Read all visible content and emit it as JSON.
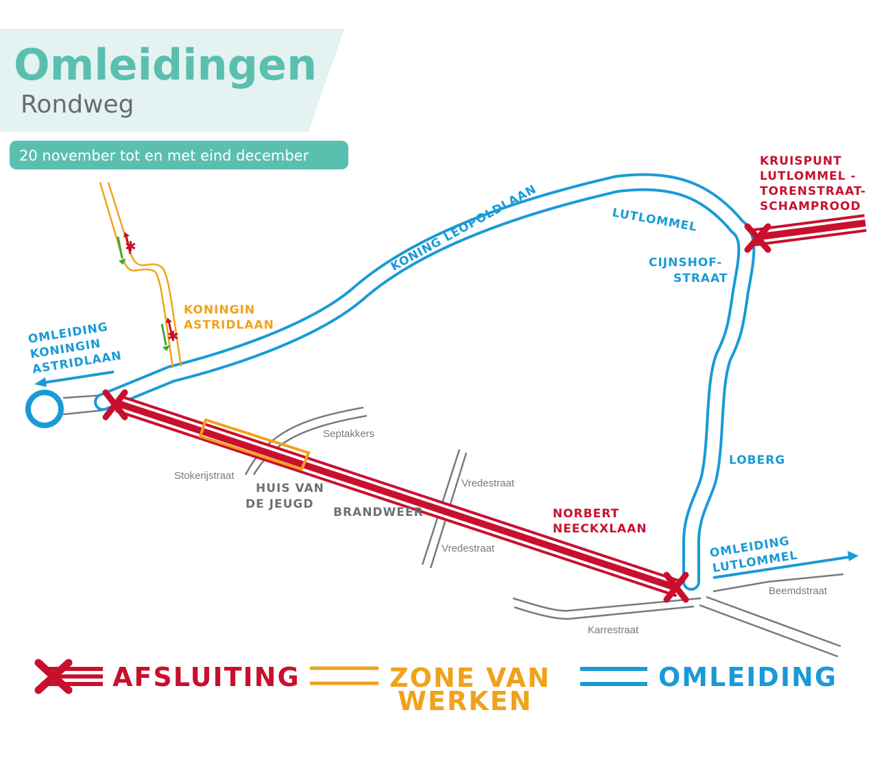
{
  "title": "Omleidingen",
  "subtitle": "Rondweg",
  "date_badge": "20 november tot en met eind december",
  "colors": {
    "title": "#5bbfb0",
    "header_bg": "#e4f3f1",
    "badge_bg": "#5bbfb0",
    "closure": "#c8102e",
    "works": "#f0a21b",
    "detour": "#1a9ad6",
    "street": "#757a7e",
    "green_arrow": "#3aa935"
  },
  "labels": {
    "koning_leopoldlaan": "KONING LEOPOLDLAAN",
    "lutlommel": "LUTLOMMEL",
    "kruispunt_1": "KRUISPUNT",
    "kruispunt_2": "LUTLOMMEL -",
    "kruispunt_3": "TORENSTRAAT-",
    "kruispunt_4": "SCHAMPROOD",
    "cijnshof_1": "CIJNSHOF-",
    "cijnshof_2": "STRAAT",
    "loberg": "LOBERG",
    "koningin_1": "KONINGIN",
    "koningin_2": "ASTRIDLAAN",
    "omleiding_ka_1": "OMLEIDING",
    "omleiding_ka_2": "KONINGIN",
    "omleiding_ka_3": "ASTRIDLAAN",
    "omleiding_lut_1": "OMLEIDING",
    "omleiding_lut_2": "LUTLOMMEL",
    "norbert_1": "NORBERT",
    "norbert_2": "NEECKXLAAN",
    "huis_1": "HUIS VAN",
    "huis_2": "DE JEUGD",
    "brandweer": "BRANDWEER",
    "septakkers": "Septakkers",
    "stokerijstraat": "Stokerijstraat",
    "vredestraat_top": "Vredestraat",
    "vredestraat_bottom": "Vredestraat",
    "beemdstraat": "Beemdstraat",
    "karrestraat": "Karrestraat"
  },
  "legend": {
    "closure": "AFSLUITING",
    "works_1": "ZONE VAN",
    "works_2": "WERKEN",
    "detour": "OMLEIDING"
  }
}
